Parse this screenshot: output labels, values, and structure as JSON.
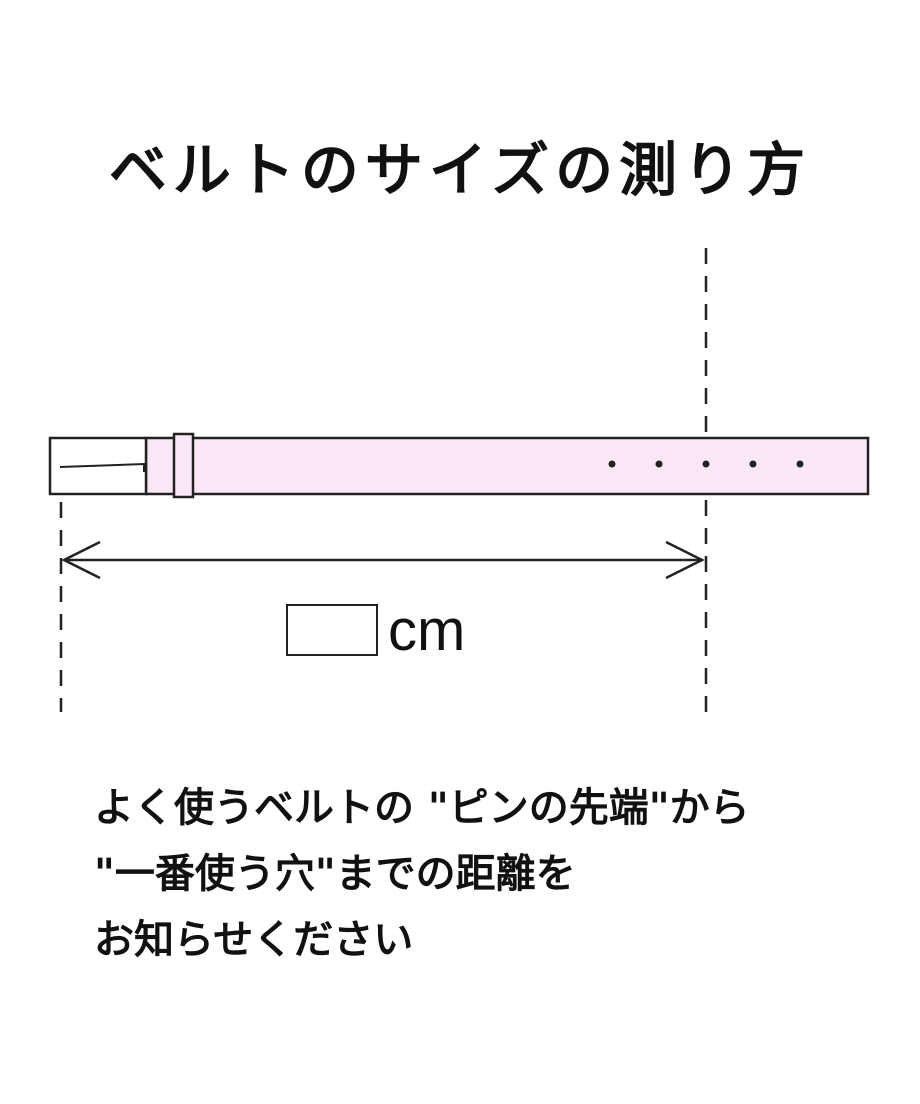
{
  "title": "ベルトのサイズの測り方",
  "measurement": {
    "unit": "cm",
    "value": ""
  },
  "instructions": {
    "line1": "よく使うベルトの \"ピンの先端\"から",
    "line2": "\"一番使う穴\"までの距離を",
    "line3": "お知らせください"
  },
  "colors": {
    "belt_fill": "#f9e7f5",
    "outline": "#222222"
  }
}
